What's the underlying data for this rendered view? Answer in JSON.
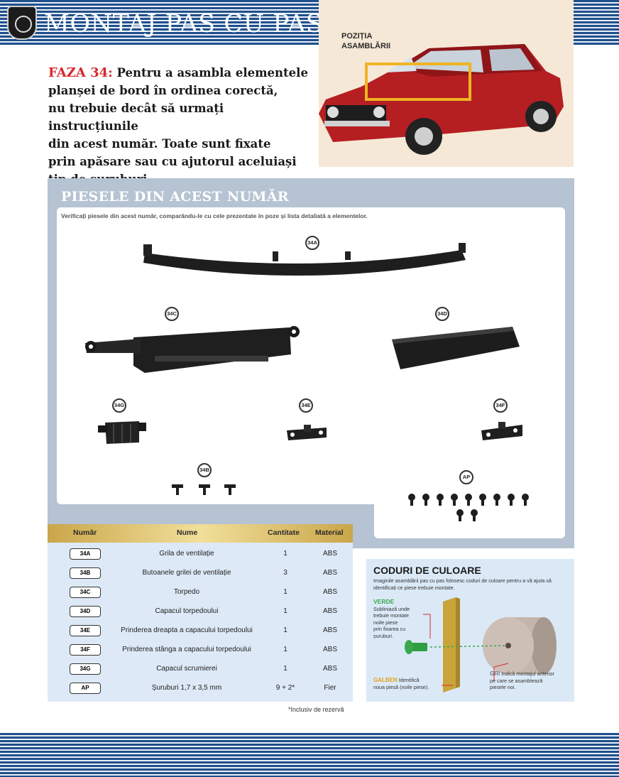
{
  "header": {
    "title": "MONTAJ PAS CU PAS"
  },
  "position": {
    "label_line1": "POZIȚIA",
    "label_line2": "ASAMBLĂRII"
  },
  "intro": {
    "phase": "FAZA 34:",
    "lines": [
      "Pentru a asambla elementele",
      "planșei de bord în ordinea corectă,",
      "nu trebuie decât să urmați instrucțiunile",
      "din acest număr. Toate sunt fixate",
      "prin apăsare sau cu ajutorul aceluiași",
      "tip de șuruburi."
    ]
  },
  "parts": {
    "title": "PIESELE DIN ACEST NUMĂR",
    "subtitle": "Verificați piesele din acest număr, comparându-le cu cele prezentate în poze și lista detaliată a elementelor.",
    "badges": {
      "a": "34A",
      "b": "34B",
      "c": "34C",
      "d": "34D",
      "e": "34E",
      "f": "34F",
      "g": "34G",
      "ap": "AP"
    }
  },
  "table": {
    "headers": {
      "num": "Număr",
      "name": "Nume",
      "qty": "Cantitate",
      "mat": "Material"
    },
    "rows": [
      {
        "code": "34A",
        "name": "Grila de ventilație",
        "qty": "1",
        "mat": "ABS"
      },
      {
        "code": "34B",
        "name": "Butoanele grilei de ventilație",
        "qty": "3",
        "mat": "ABS"
      },
      {
        "code": "34C",
        "name": "Torpedo",
        "qty": "1",
        "mat": "ABS"
      },
      {
        "code": "34D",
        "name": "Capacul torpedoului",
        "qty": "1",
        "mat": "ABS"
      },
      {
        "code": "34E",
        "name": "Prinderea dreapta a capacului torpedoului",
        "qty": "1",
        "mat": "ABS"
      },
      {
        "code": "34F",
        "name": "Prinderea stânga a capacului torpedoului",
        "qty": "1",
        "mat": "ABS"
      },
      {
        "code": "34G",
        "name": "Capacul scrumierei",
        "qty": "1",
        "mat": "ABS"
      },
      {
        "code": "AP",
        "name": "Șuruburi 1,7 x 3,5 mm",
        "qty": "9 + 2*",
        "mat": "Fier"
      }
    ],
    "footnote": "*Inclusiv de rezervă"
  },
  "codes": {
    "title": "CODURI DE CULOARE",
    "subtitle": "Imaginile asamblării pas cu pas folosesc coduri de culoare pentru a vă ajuta să identificați ce piese trebuie montate.",
    "green_label": "VERDE",
    "green_text": [
      "Subliniază unde",
      "trebuie montate",
      "noile piese",
      "prin fixarea cu",
      "șuruburi."
    ],
    "yellow_label": "GALBEN",
    "yellow_text_1": " Identifică",
    "yellow_text_2": "noua piesă (noile piese).",
    "grey_label": "GRI",
    "grey_text_1": " Indică montajul anterior",
    "grey_text_2": "pe care se asamblează",
    "grey_text_3": "piesele noi.",
    "colors": {
      "green": "#3aa84a",
      "yellow": "#e3a21a",
      "grey": "#888888",
      "red": "#d6282e"
    }
  }
}
